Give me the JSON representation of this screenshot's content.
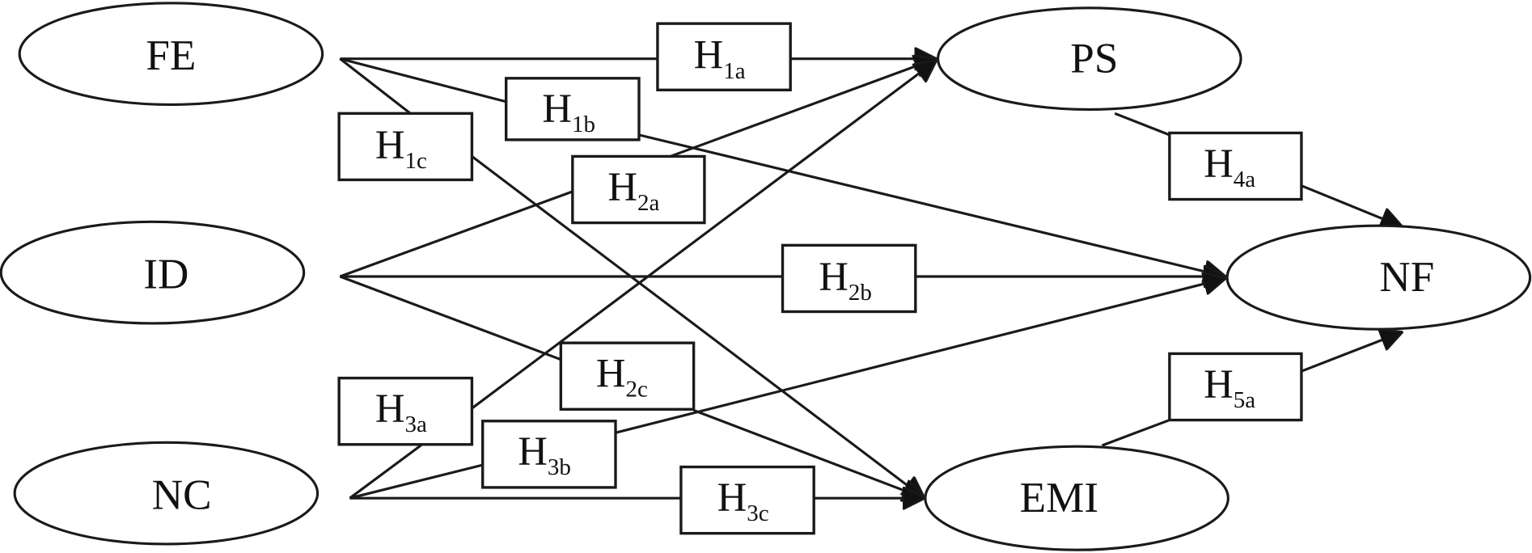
{
  "diagram": {
    "type": "hypothesis-path-model",
    "colors": {
      "stroke": "#1a1a1a",
      "text": "#111111",
      "background": "#ffffff"
    },
    "nodes": [
      {
        "id": "FE",
        "label": "FE"
      },
      {
        "id": "ID",
        "label": "ID"
      },
      {
        "id": "NC",
        "label": "NC"
      },
      {
        "id": "PS",
        "label": "PS"
      },
      {
        "id": "NF",
        "label": "NF"
      },
      {
        "id": "EMI",
        "label": "EMI"
      }
    ],
    "hypotheses": [
      {
        "id": "H1a",
        "main": "H",
        "sub": "1a",
        "from": "FE",
        "to": "PS"
      },
      {
        "id": "H1b",
        "main": "H",
        "sub": "1b",
        "from": "FE",
        "to": "NF"
      },
      {
        "id": "H1c",
        "main": "H",
        "sub": "1c",
        "from": "FE",
        "to": "EMI"
      },
      {
        "id": "H2a",
        "main": "H",
        "sub": "2a",
        "from": "ID",
        "to": "PS"
      },
      {
        "id": "H2b",
        "main": "H",
        "sub": "2b",
        "from": "ID",
        "to": "NF"
      },
      {
        "id": "H2c",
        "main": "H",
        "sub": "2c",
        "from": "ID",
        "to": "EMI"
      },
      {
        "id": "H3a",
        "main": "H",
        "sub": "3a",
        "from": "NC",
        "to": "PS"
      },
      {
        "id": "H3b",
        "main": "H",
        "sub": "3b",
        "from": "NC",
        "to": "NF"
      },
      {
        "id": "H3c",
        "main": "H",
        "sub": "3c",
        "from": "NC",
        "to": "EMI"
      },
      {
        "id": "H4a",
        "main": "H",
        "sub": "4a",
        "from": "PS",
        "to": "NF"
      },
      {
        "id": "H5a",
        "main": "H",
        "sub": "5a",
        "from": "EMI",
        "to": "NF"
      }
    ]
  }
}
